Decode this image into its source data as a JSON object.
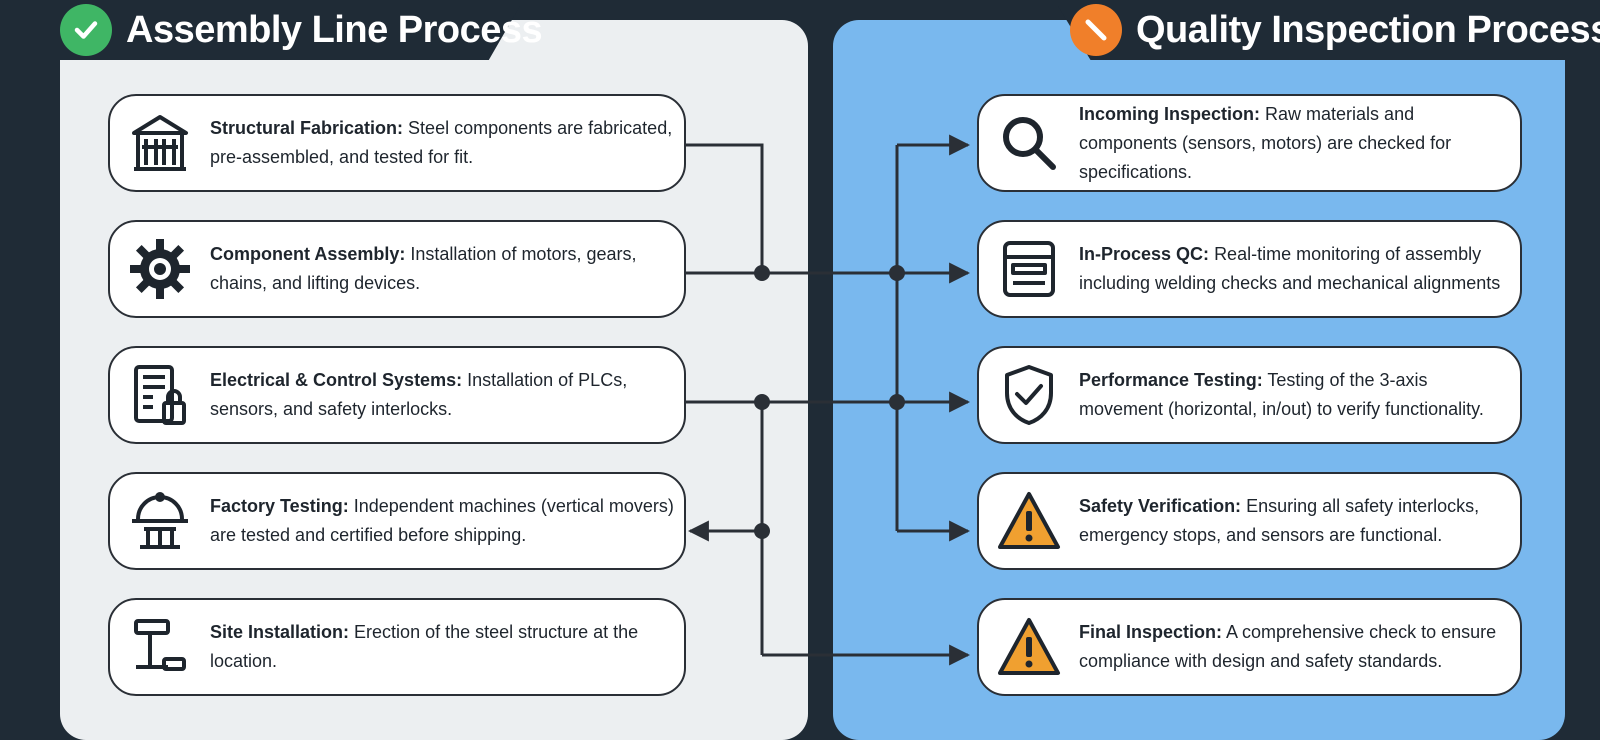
{
  "colors": {
    "background": "#1f2b36",
    "left_panel": "#eceff1",
    "right_panel": "#79b8ee",
    "check_badge": "#3fb665",
    "slash_badge": "#f07f2a",
    "warning": "#f0a030",
    "line": "#2a2f36"
  },
  "assembly": {
    "title": "Assembly Line Process",
    "badge_icon": "check-icon",
    "steps": [
      {
        "icon": "building-icon",
        "title": "Structural Fabrication:",
        "desc": "Steel components are fabricated, pre-assembled, and tested for fit."
      },
      {
        "icon": "gear-icon",
        "title": "Component Assembly:",
        "desc": "Installation of motors, gears, chains, and lifting devices."
      },
      {
        "icon": "control-panel-icon",
        "title": "Electrical & Control Systems:",
        "desc": "Installation of PLCs, sensors, and safety interlocks."
      },
      {
        "icon": "test-bench-icon",
        "title": "Factory Testing:",
        "desc": "Independent machines (vertical movers) are tested and certified before shipping."
      },
      {
        "icon": "installation-icon",
        "title": "Site Installation:",
        "desc": "Erection of the steel structure at the location."
      }
    ]
  },
  "quality": {
    "title": "Quality Inspection Process",
    "badge_icon": "slash-icon",
    "steps": [
      {
        "icon": "magnifier-icon",
        "title": "Incoming Inspection:",
        "desc": "Raw materials and components (sensors, motors) are checked for specifications."
      },
      {
        "icon": "monitor-icon",
        "title": "In-Process QC:",
        "desc": "Real-time monitoring of assembly including welding checks and mechanical alignments"
      },
      {
        "icon": "shield-check-icon",
        "title": "Performance Testing:",
        "desc": "Testing of the 3-axis movement (horizontal, in/out) to verify functionality."
      },
      {
        "icon": "warning-icon",
        "title": "Safety Verification:",
        "desc": "Ensuring all safety interlocks, emergency stops, and sensors are functional."
      },
      {
        "icon": "warning-icon",
        "title": "Final Inspection:",
        "desc": "A comprehensive check to ensure compliance with design and safety standards."
      }
    ]
  }
}
